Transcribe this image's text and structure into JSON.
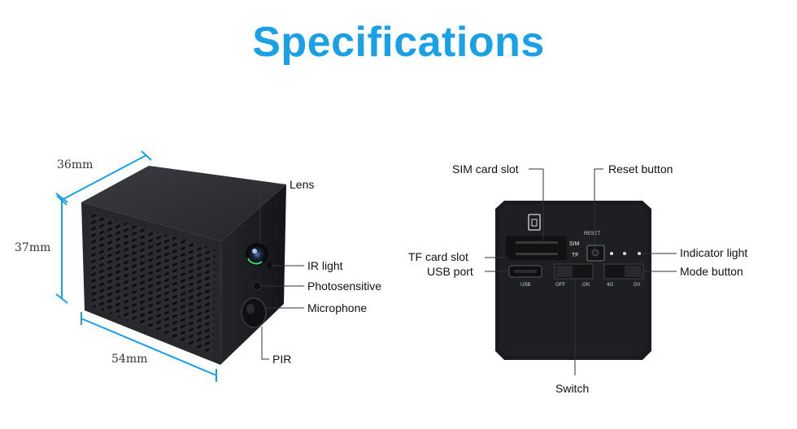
{
  "title": "Specifications",
  "colors": {
    "accent": "#1aa0e6",
    "device": "#1e1f22"
  },
  "dimensions": {
    "width": "36mm",
    "height": "37mm",
    "length": "54mm"
  },
  "front_labels": {
    "lens": "Lens",
    "ir_light": "IR light",
    "photosensitive": "Photosensitive",
    "microphone": "Microphone",
    "pir": "PIR"
  },
  "back_labels": {
    "sim_slot": "SIM card slot",
    "reset_button": "Reset button",
    "indicator_light": "Indicator light",
    "tf_slot": "TF card slot",
    "usb_port": "USB port",
    "mode_button": "Mode button",
    "switch": "Switch"
  },
  "panel_text": {
    "reset": "RESET",
    "sim": "SIM",
    "tf": "TF",
    "usb": "USB",
    "off": "OFF",
    "on": "ON",
    "g4": "4G",
    "dv": "DV"
  }
}
